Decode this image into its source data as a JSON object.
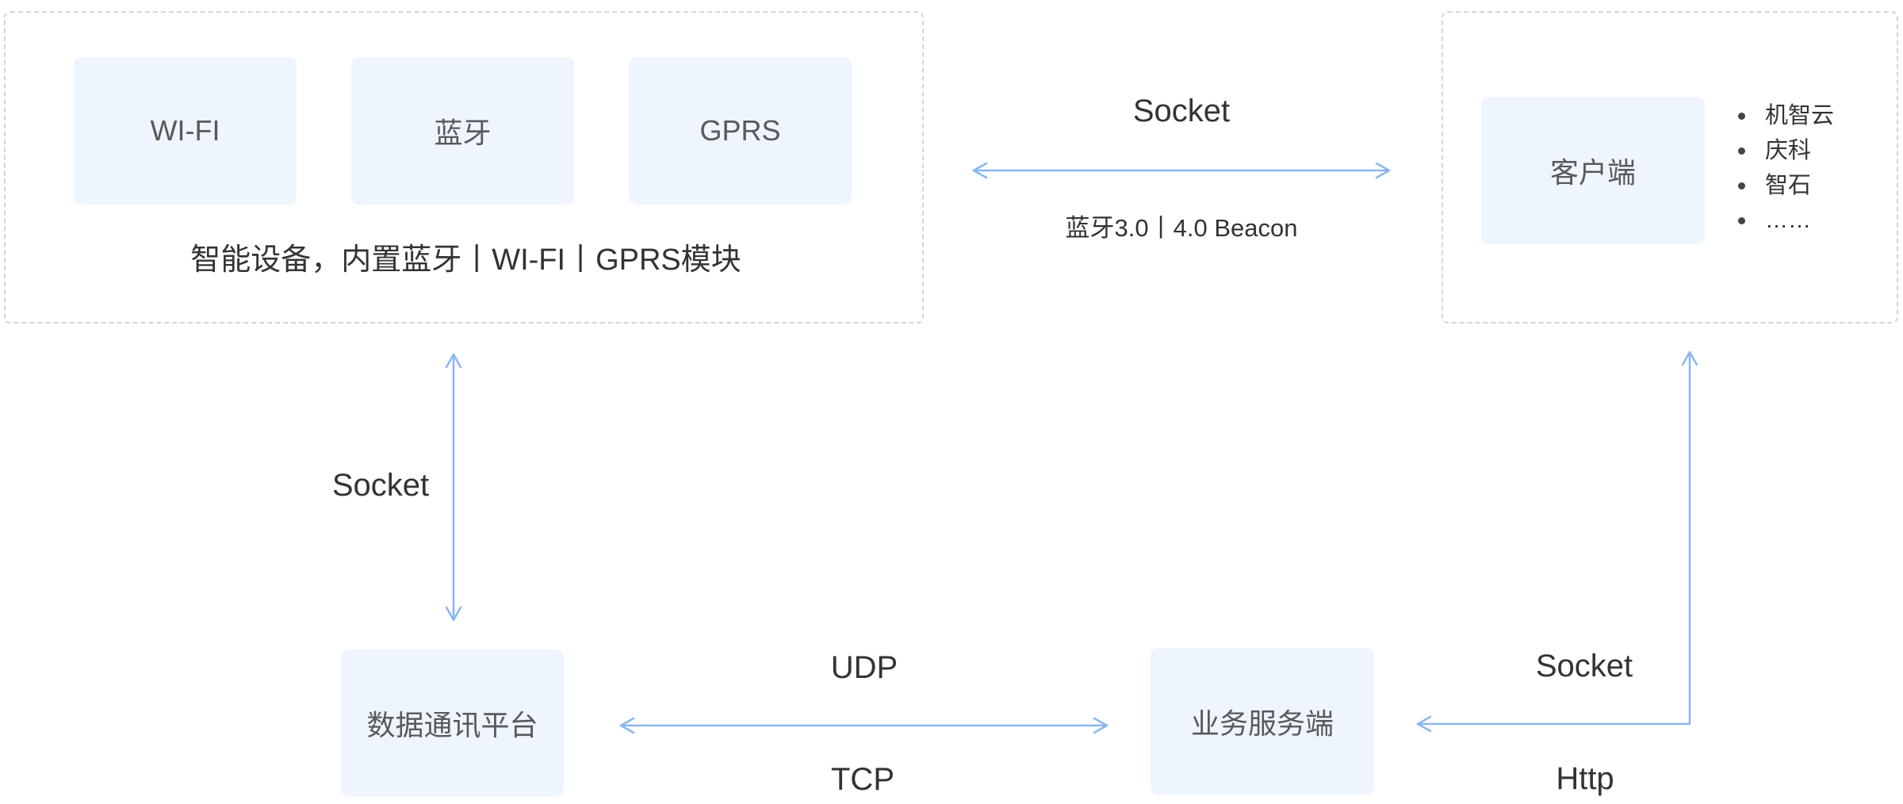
{
  "device_group": {
    "modules": [
      "WI-FI",
      "蓝牙",
      "GPRS"
    ],
    "caption": "智能设备，内置蓝牙丨WI-FI丨GPRS模块"
  },
  "client_group": {
    "client_label": "客户端",
    "client_list": [
      "机智云",
      "庆科",
      "智石",
      "……"
    ]
  },
  "platform_label": "数据通讯平台",
  "server_label": "业务服务端",
  "links": {
    "device_client_top": "Socket",
    "device_client_bottom": "蓝牙3.0丨4.0 Beacon",
    "device_platform": "Socket",
    "platform_server_top": "UDP",
    "platform_server_bottom": "TCP",
    "server_client_top": "Socket",
    "server_client_bottom": "Http"
  },
  "colors": {
    "box_fill": "#eef5fe",
    "arrow": "#8ab6ee",
    "dashed_border": "#d4d4d4"
  }
}
